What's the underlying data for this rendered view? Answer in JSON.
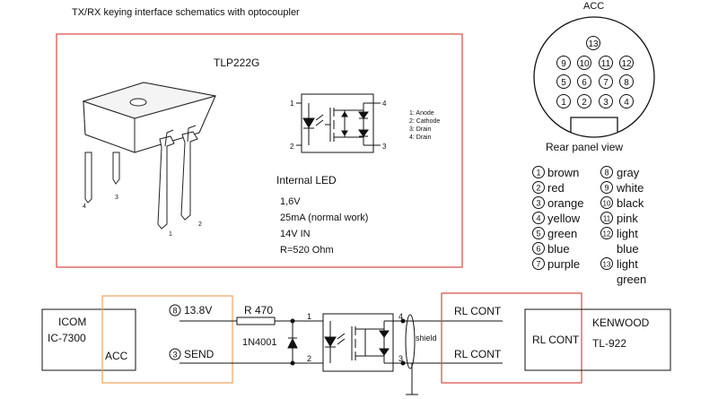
{
  "title": "TX/RX keying interface schematics with optocoupler",
  "chip": {
    "name": "TLP222G",
    "pin_legend": [
      "1: Anode",
      "2: Cathode",
      "3: Drain",
      "4: Drain"
    ],
    "pkg_pins": [
      "4",
      "3",
      "1",
      "2"
    ],
    "sym_pins": [
      "1",
      "2",
      "4",
      "3"
    ],
    "led_heading": "Internal LED",
    "specs": [
      "1,6V",
      "25mA   (normal work)",
      "14V IN",
      "R=520 Ohm"
    ]
  },
  "acc_connector": {
    "label": "ACC",
    "pins": [
      "13",
      "9",
      "10",
      "11",
      "12",
      "5",
      "6",
      "7",
      "8",
      "1",
      "2",
      "3",
      "4"
    ],
    "caption": "Rear panel view",
    "colors_col1": [
      {
        "num": "1",
        "name": "brown"
      },
      {
        "num": "2",
        "name": "red"
      },
      {
        "num": "3",
        "name": "orange"
      },
      {
        "num": "4",
        "name": "yellow"
      },
      {
        "num": "5",
        "name": "green"
      },
      {
        "num": "6",
        "name": "blue"
      },
      {
        "num": "7",
        "name": "purple"
      }
    ],
    "colors_col2": [
      {
        "num": "8",
        "name": "gray"
      },
      {
        "num": "9",
        "name": "white"
      },
      {
        "num": "10",
        "name": "black"
      },
      {
        "num": "11",
        "name": "pink"
      },
      {
        "num": "12",
        "name": "light",
        "cont": "blue"
      },
      {
        "num": "13",
        "name": "light",
        "cont": "green"
      }
    ]
  },
  "schematic": {
    "icom_line1": "ICOM",
    "icom_line2": "IC-7300",
    "acc": "ACC",
    "pin_138_num": "8",
    "pin_138_label": "13.8V",
    "pin_send_num": "3",
    "pin_send_label": "SEND",
    "resistor": "R  470",
    "diode": "1N4001",
    "opto_pin1": "1",
    "opto_pin2": "2",
    "opto_pin4": "4",
    "opto_pin3": "3",
    "shield": "shield",
    "rl_cont_1": "RL CONT",
    "rl_cont_2": "RL CONT",
    "rl_cont_box": "RL CONT",
    "kenwood_line1": "KENWOOD",
    "kenwood_line2": "TL-922"
  },
  "colors": {
    "red_frame": "#d9483f",
    "orange_frame": "#f0a35e",
    "line": "#111111"
  }
}
